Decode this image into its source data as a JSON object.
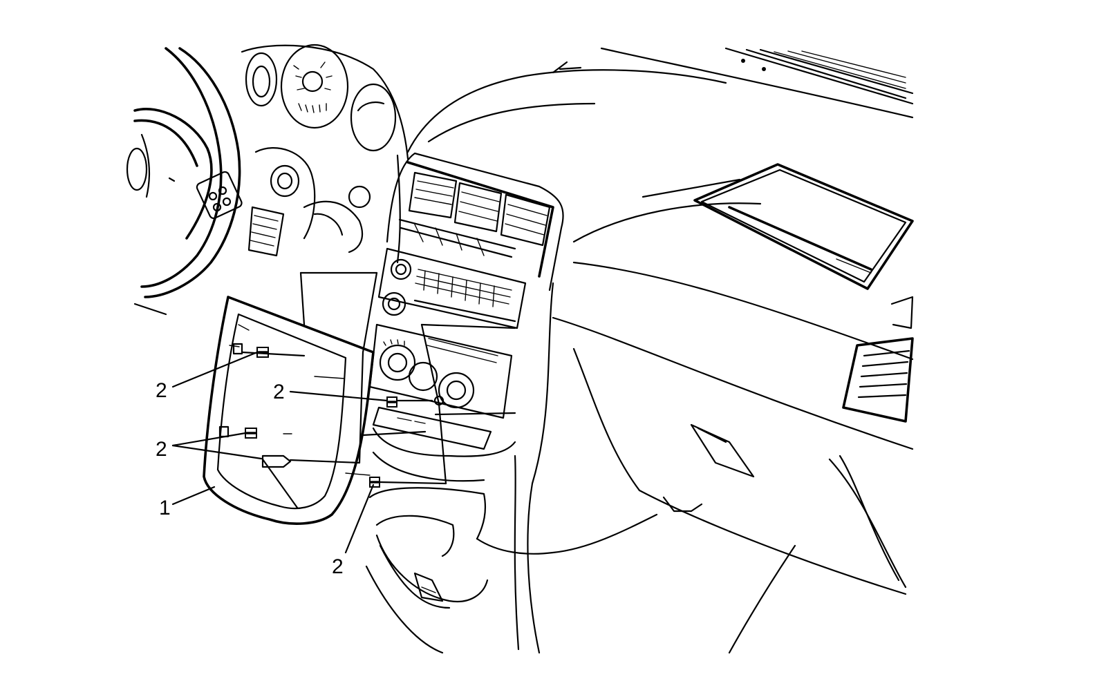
{
  "callouts": [
    {
      "id": "c1",
      "label": "2"
    },
    {
      "id": "c2",
      "label": "2"
    },
    {
      "id": "c3",
      "label": "2"
    },
    {
      "id": "c4",
      "label": "1"
    },
    {
      "id": "c5",
      "label": "2"
    }
  ]
}
